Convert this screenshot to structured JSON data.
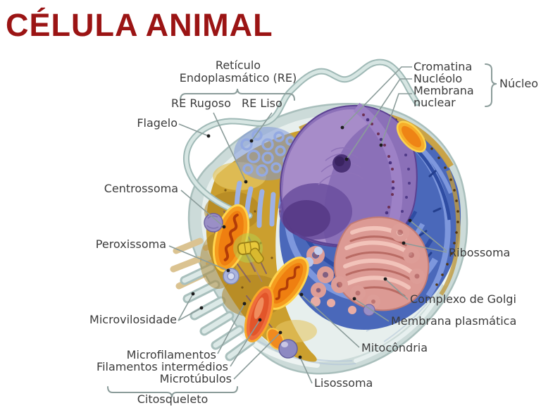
{
  "title": "CÉLULA ANIMAL",
  "labels": {
    "reticulo_endoplasmatico": {
      "line1": "Retículo",
      "line2": "Endoplasmático (RE)"
    },
    "re_rugoso": "RE Rugoso",
    "re_liso": "RE Liso",
    "flagelo": "Flagelo",
    "cromatina": "Cromatina",
    "nucleolo": "Nucléolo",
    "membrana_nuclear": {
      "line1": "Membrana",
      "line2": "nuclear"
    },
    "nucleo": "Núcleo",
    "centrossoma": "Centrossoma",
    "peroxissoma": "Peroxissoma",
    "microvilosidade": "Microvilosidade",
    "microfilamentos": "Microfilamentos",
    "filamentos_intermedios": "Filamentos intermédios",
    "microtubulos": "Microtúbulos",
    "citosqueleto": "Citosqueleto",
    "ribossoma": "Ribossoma",
    "complexo_de_golgi": "Complexo de Golgi",
    "membrana_plasmatica": "Membrana plasmática",
    "mitocondria": "Mitocôndria",
    "lisossoma": "Lisossoma"
  },
  "palette": {
    "title_red": "#9b1414",
    "label_text": "#3b3b3b",
    "leader_line": "#8b9c9a",
    "membrane_grey": "#ccdbd9",
    "cytoplasm_yellow": "#cb9f2e",
    "er_blue": "#4a68ba",
    "nucleus_purple": "#8b70b8",
    "golgi_pink": "#dc9a94",
    "mitochondria_orange": "#f59c1f",
    "lysosome_violet": "#8d89c2",
    "background": "#ffffff"
  }
}
